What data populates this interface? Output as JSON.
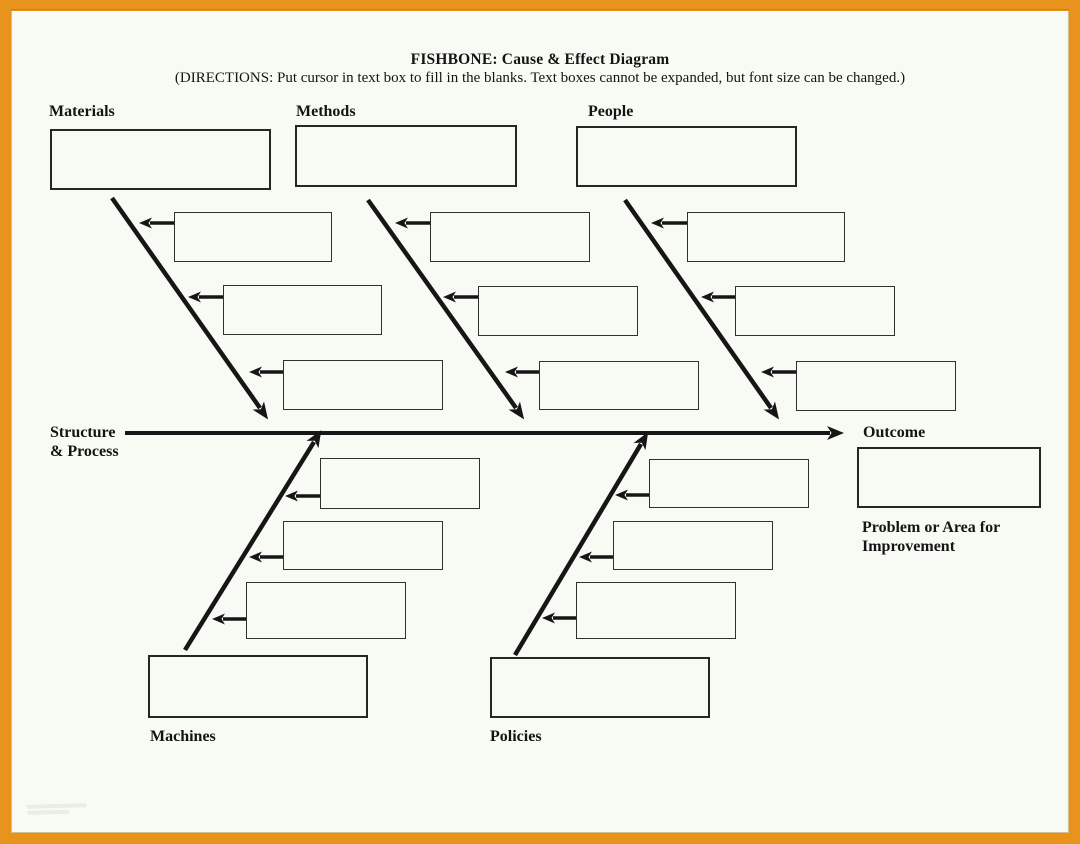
{
  "header": {
    "title": "FISHBONE: Cause & Effect Diagram",
    "directions": "(DIRECTIONS: Put cursor in text box to fill in the blanks.  Text boxes cannot be expanded, but font size can be changed.)"
  },
  "categories": {
    "materials": {
      "label": "Materials",
      "main_value": "",
      "causes": [
        "",
        "",
        ""
      ]
    },
    "methods": {
      "label": "Methods",
      "main_value": "",
      "causes": [
        "",
        "",
        ""
      ]
    },
    "people": {
      "label": "People",
      "main_value": "",
      "causes": [
        "",
        "",
        ""
      ]
    },
    "machines": {
      "label": "Machines",
      "main_value": "",
      "causes": [
        "",
        "",
        ""
      ]
    },
    "policies": {
      "label": "Policies",
      "main_value": "",
      "causes": [
        "",
        "",
        ""
      ]
    }
  },
  "spine": {
    "left_label_line1": "Structure",
    "left_label_line2": "& Process",
    "right_label": "Outcome",
    "outcome_value": "",
    "outcome_caption_line1": "Problem or Area for",
    "outcome_caption_line2": "Improvement"
  },
  "colors": {
    "frame_orange": "#e8941c",
    "frame_inner_line": "#b07310",
    "page_background": "#f8fbf4",
    "line_black": "#161616"
  }
}
